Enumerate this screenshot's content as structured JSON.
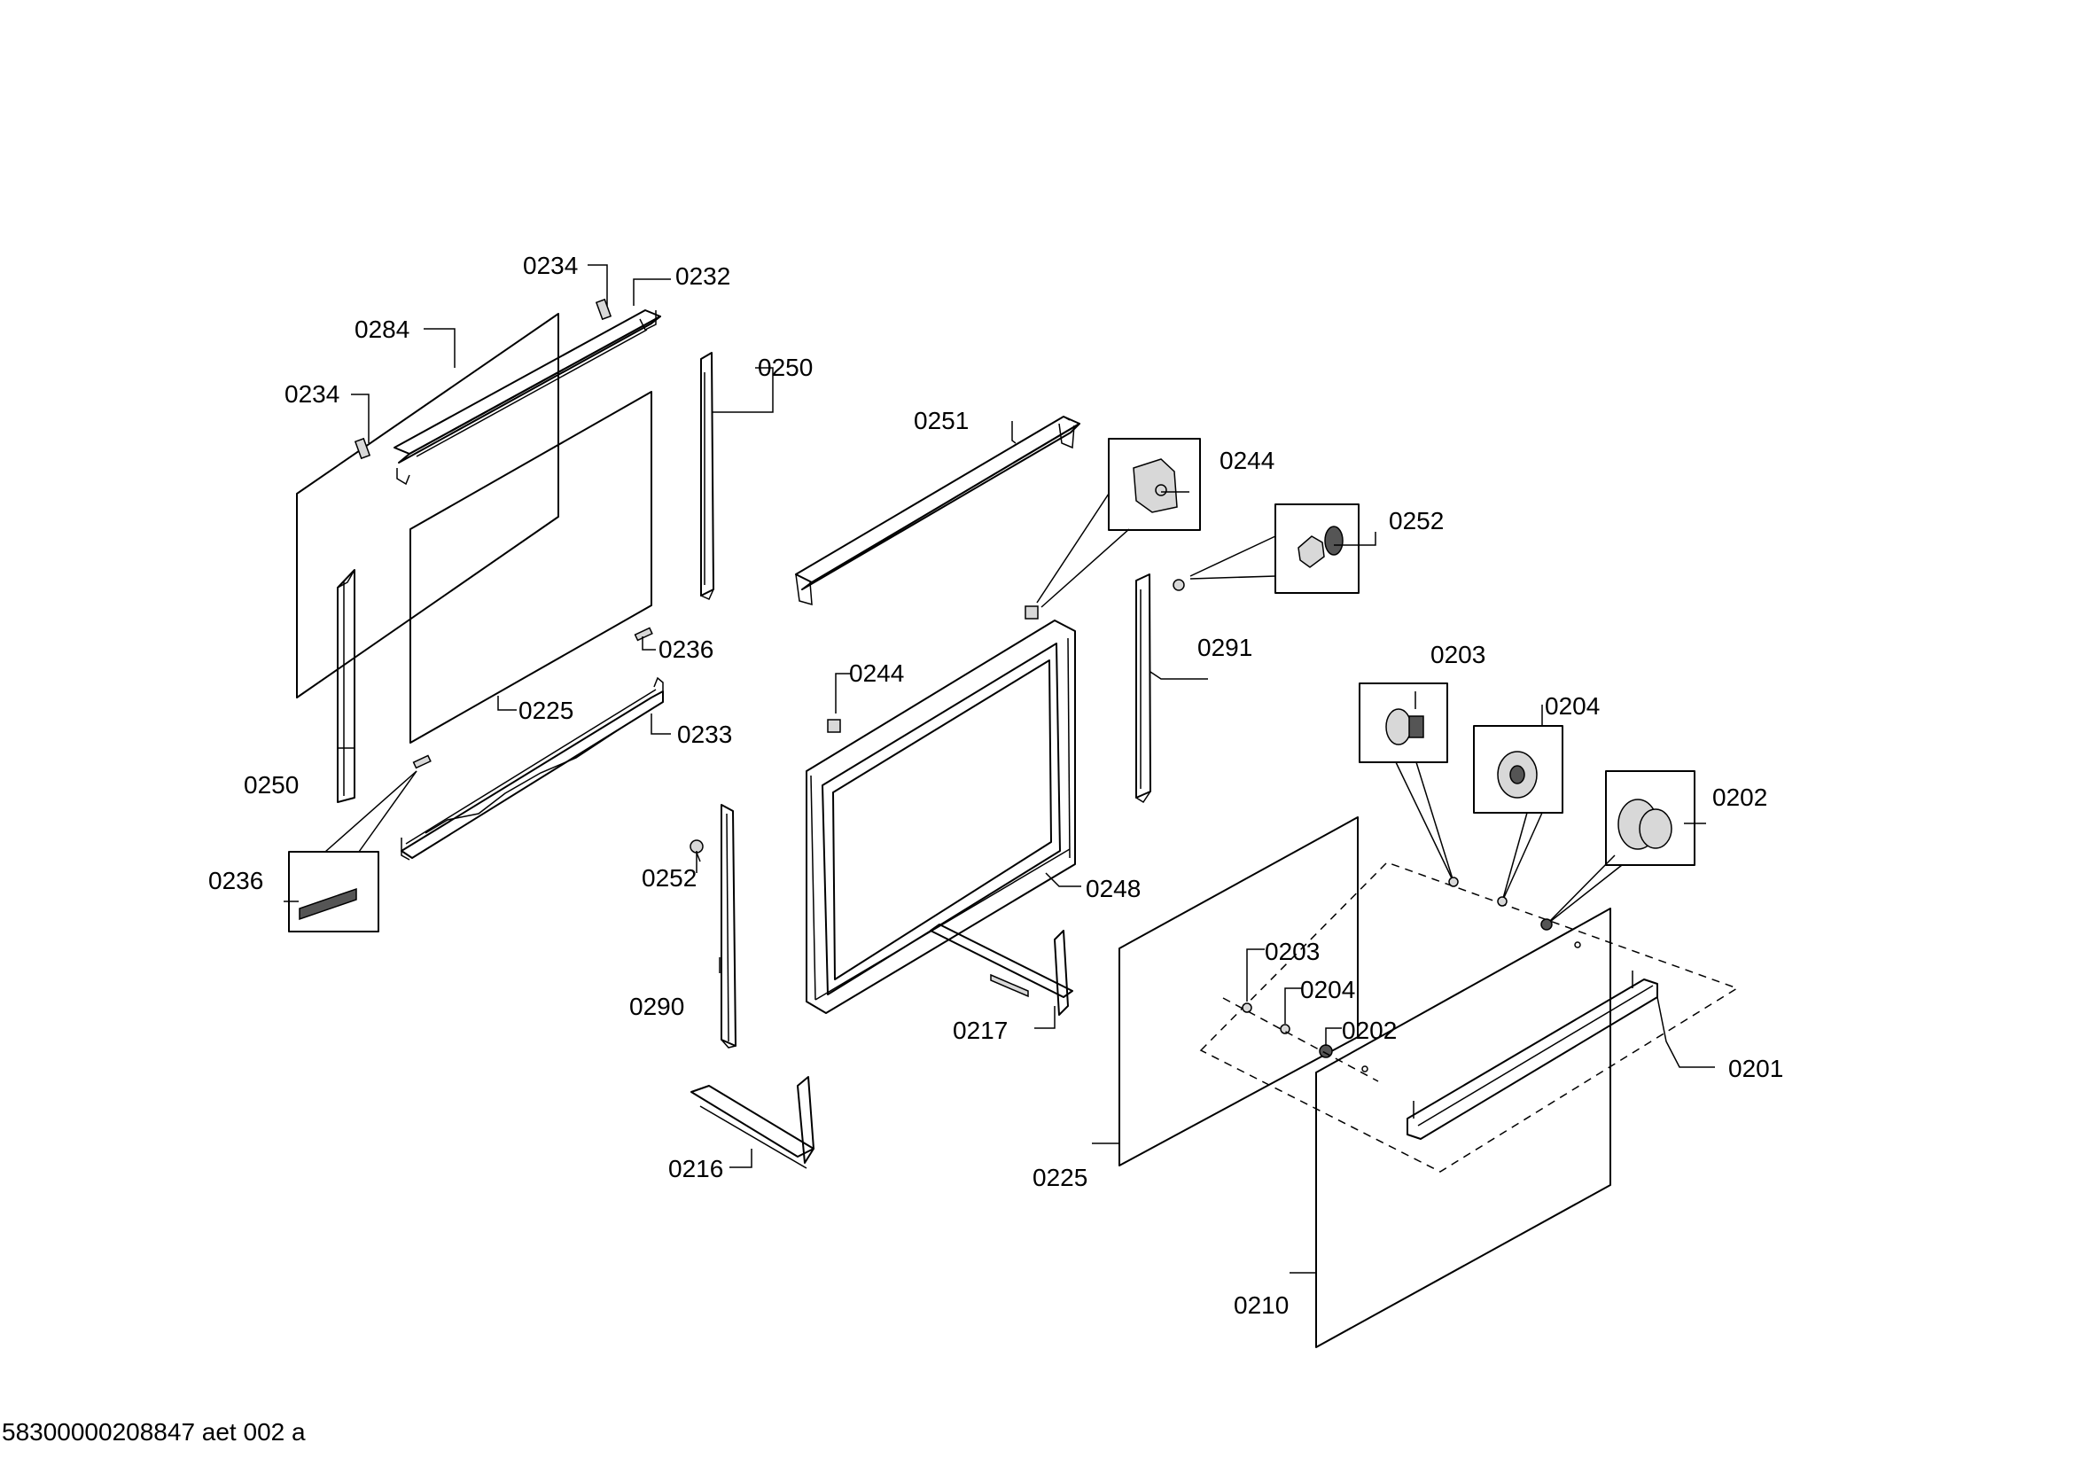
{
  "document_id": "58300000208847 aet 002 a",
  "callouts": {
    "c0234a": "0234",
    "c0232": "0232",
    "c0284": "0284",
    "c0234b": "0234",
    "c0250a": "0250",
    "c0251": "0251",
    "c0244a": "0244",
    "c0252a": "0252",
    "c0236a": "0236",
    "c0291": "0291",
    "c0203a": "0203",
    "c0244b": "0244",
    "c0225a": "0225",
    "c0233": "0233",
    "c0204a": "0204",
    "c0250b": "0250",
    "c0202a": "0202",
    "c0236b": "0236",
    "c0252b": "0252",
    "c0248": "0248",
    "c0203b": "0203",
    "c0204b": "0204",
    "c0202b": "0202",
    "c0290": "0290",
    "c0217": "0217",
    "c0201": "0201",
    "c0216": "0216",
    "c0225b": "0225",
    "c0210": "0210"
  }
}
